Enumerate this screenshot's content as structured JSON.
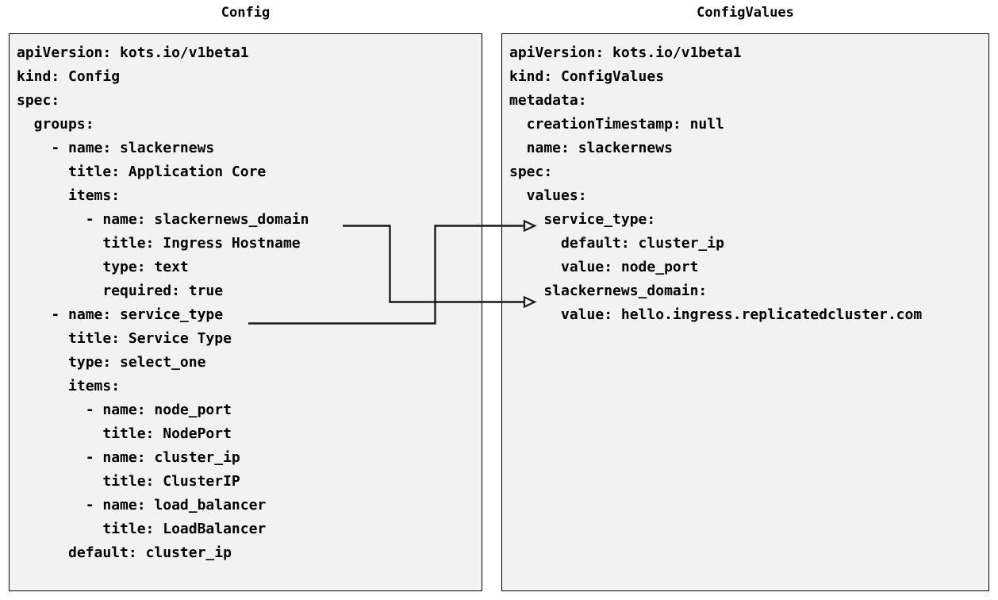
{
  "diagram": {
    "title_left": "Config",
    "title_right": "ConfigValues",
    "background_color": "#ffffff",
    "panel_fill_color": "#f2f2f2",
    "panel_border_color": "#000000",
    "connector_color": "#1a1a1a"
  },
  "panels": {
    "config": {
      "heading": "Config",
      "yaml_lines": [
        "apiVersion: kots.io/v1beta1",
        "kind: Config",
        "spec:",
        "  groups:",
        "    - name: slackernews",
        "      title: Application Core",
        "      items:",
        "        - name: slackernews_domain",
        "          title: Ingress Hostname",
        "          type: text",
        "          required: true",
        "    - name: service_type",
        "      title: Service Type",
        "      type: select_one",
        "      items:",
        "        - name: node_port",
        "          title: NodePort",
        "        - name: cluster_ip",
        "          title: ClusterIP",
        "        - name: load_balancer",
        "          title: LoadBalancer",
        "      default: cluster_ip"
      ],
      "yaml_text": "apiVersion: kots.io/v1beta1\nkind: Config\nspec:\n  groups:\n    - name: slackernews\n      title: Application Core\n      items:\n        - name: slackernews_domain\n          title: Ingress Hostname\n          type: text\n          required: true\n    - name: service_type\n      title: Service Type\n      type: select_one\n      items:\n        - name: node_port\n          title: NodePort\n        - name: cluster_ip\n          title: ClusterIP\n        - name: load_balancer\n          title: LoadBalancer\n      default: cluster_ip"
    },
    "configvalues": {
      "heading": "ConfigValues",
      "yaml_lines": [
        "apiVersion: kots.io/v1beta1",
        "kind: ConfigValues",
        "metadata:",
        "  creationTimestamp: null",
        "  name: slackernews",
        "spec:",
        "  values:",
        "    service_type:",
        "      default: cluster_ip",
        "      value: node_port",
        "    slackernews_domain:",
        "      value: hello.ingress.replicatedcluster.com"
      ],
      "yaml_text": "apiVersion: kots.io/v1beta1\nkind: ConfigValues\nmetadata:\n  creationTimestamp: null\n  name: slackernews\nspec:\n  values:\n    service_type:\n      default: cluster_ip\n      value: node_port\n    slackernews_domain:\n      value: hello.ingress.replicatedcluster.com"
    }
  },
  "connectors": [
    {
      "id": "slackernews-domain-link",
      "from_label": "slackernews_domain",
      "to_label": "slackernews_domain:",
      "arrowhead": "open-triangle"
    },
    {
      "id": "service-type-link",
      "from_label": "service_type",
      "to_label": "service_type:",
      "arrowhead": "open-triangle"
    }
  ]
}
